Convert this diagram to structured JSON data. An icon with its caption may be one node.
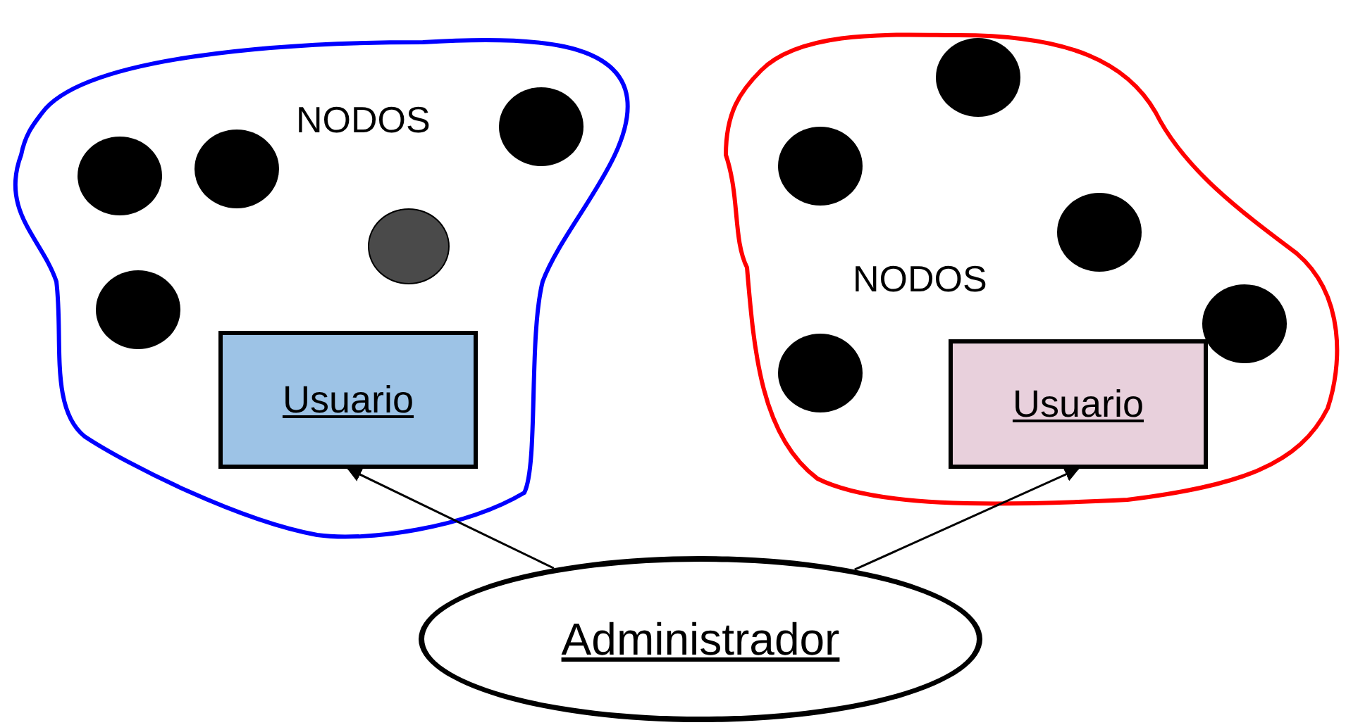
{
  "diagram": {
    "nodes": [
      {
        "text": [
          "NODOS"
        ]
      },
      {
        "text": [],
        "shape": "circle",
        "in": 0
      },
      {
        "text": [],
        "shape": "circle",
        "in": 0
      },
      {
        "text": [],
        "shape": "circle",
        "in": 0
      },
      {
        "text": [],
        "shape": "circle",
        "in": 0
      },
      {
        "text": [],
        "shape": "circle",
        "in": 0
      },
      {
        "text": [
          "Usuario"
        ],
        "in": 0
      },
      {
        "text": [
          "NODOS"
        ]
      },
      {
        "text": [],
        "shape": "circle",
        "in": 7
      },
      {
        "text": [],
        "shape": "circle",
        "in": 7
      },
      {
        "text": [],
        "shape": "circle",
        "in": 7
      },
      {
        "text": [],
        "shape": "circle",
        "in": 7
      },
      {
        "text": [],
        "shape": "circle",
        "in": 7
      },
      {
        "text": [
          "Usuario"
        ],
        "in": 7
      },
      {
        "text": [
          "Administrador"
        ]
      }
    ],
    "edges": [
      {
        "from": 14,
        "to": 6,
        "arrow": "to"
      },
      {
        "from": 14,
        "to": 13,
        "arrow": "to"
      }
    ]
  }
}
